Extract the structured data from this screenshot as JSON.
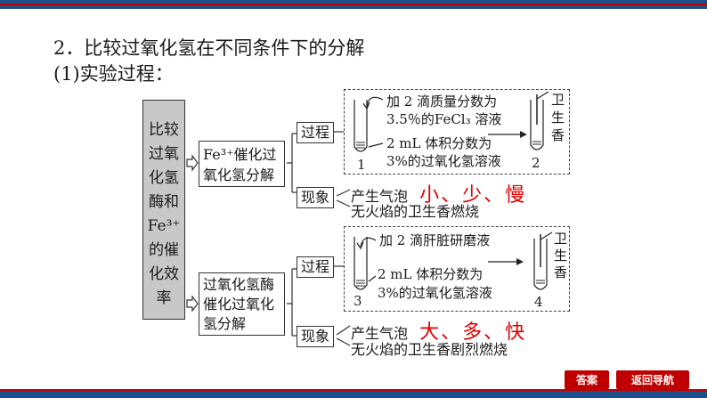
{
  "heading": "2．比较过氧化氢在不同条件下的分解",
  "subheading": "(1)实验过程：",
  "main_box": {
    "label_lines": [
      "比较",
      "过氧",
      "化氢",
      "酶和",
      "Fe³⁺",
      "的催",
      "化效",
      "率"
    ]
  },
  "branch1": {
    "title_lines": [
      "Fe³⁺催化过",
      "氧化氢分解"
    ],
    "process_label": "过程",
    "phenomenon_label": "现象",
    "step_add": [
      "加 2 滴质量分数为",
      "3.5％的FeCl₃ 溶液"
    ],
    "step_base": [
      "2 mL 体积分数为",
      "3%的过氧化氢溶液"
    ],
    "tube1": "1",
    "tube2": "2",
    "incense": [
      "卫",
      "生",
      "香"
    ],
    "result_prefix": "产生气泡",
    "result_key": "小、少、慢",
    "result_line2": "无火焰的卫生香燃烧"
  },
  "branch2": {
    "title_lines": [
      "过氧化氢酶",
      "催化过氧化",
      "氢分解"
    ],
    "process_label": "过程",
    "phenomenon_label": "现象",
    "step_add": [
      "加 2 滴肝脏研磨液"
    ],
    "step_base": [
      "2 mL 体积分数为",
      "3%的过氧化氢溶液"
    ],
    "tube3": "3",
    "tube4": "4",
    "incense": [
      "卫",
      "生",
      "香"
    ],
    "result_prefix": "产生气泡",
    "result_key": "大、多、快",
    "result_line2": "无火焰的卫生香剧烈燃烧"
  },
  "nav": {
    "answer": "答案",
    "back": "返回导航"
  },
  "colors": {
    "accent_red": "#e00000",
    "bar_blue": "#1f4e8c",
    "main_box_gray": "#c8c8c8"
  }
}
